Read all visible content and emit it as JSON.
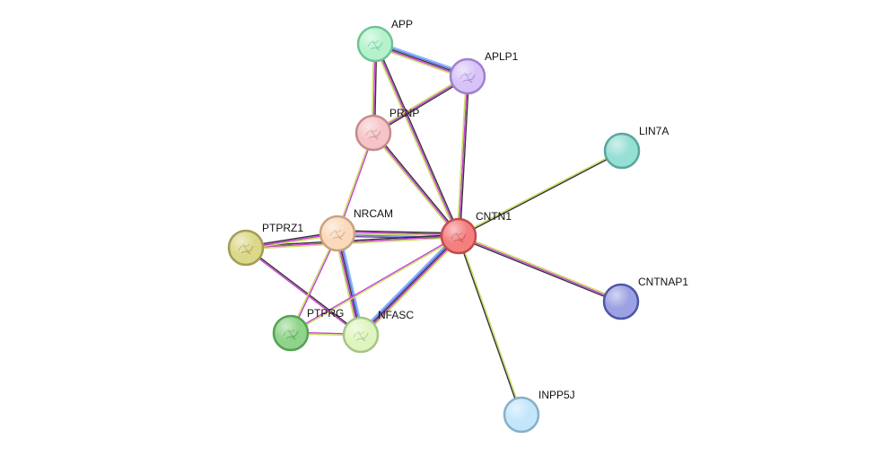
{
  "nodes": [
    {
      "id": "APP",
      "label": "APP",
      "color": "#b5f2cc",
      "stroke": "#6fc493",
      "glyph": "structure"
    },
    {
      "id": "APLP1",
      "label": "APLP1",
      "color": "#d8c3f8",
      "stroke": "#9d82cc",
      "glyph": "structure"
    },
    {
      "id": "PRNP",
      "label": "PRNP",
      "color": "#f6c4c7",
      "stroke": "#c68a8e",
      "glyph": "structure"
    },
    {
      "id": "LIN7A",
      "label": "LIN7A",
      "color": "#95dfd4",
      "stroke": "#5aa69c",
      "glyph": "none"
    },
    {
      "id": "NRCAM",
      "label": "NRCAM",
      "color": "#fad9bd",
      "stroke": "#c9a27f",
      "glyph": "structure"
    },
    {
      "id": "CNTN1",
      "label": "CNTN1",
      "color": "#f47f7f",
      "stroke": "#c44a4a",
      "glyph": "structure"
    },
    {
      "id": "PTPRZ1",
      "label": "PTPRZ1",
      "color": "#dcd88a",
      "stroke": "#a19d55",
      "glyph": "structure"
    },
    {
      "id": "CNTNAP1",
      "label": "CNTNAP1",
      "color": "#9ba1e3",
      "stroke": "#4f56a6",
      "glyph": "none"
    },
    {
      "id": "PTPRG",
      "label": "PTPRG",
      "color": "#8fd48a",
      "stroke": "#55a153",
      "glyph": "structure"
    },
    {
      "id": "NFASC",
      "label": "NFASC",
      "color": "#dff5bf",
      "stroke": "#a6c489",
      "glyph": "structure"
    },
    {
      "id": "INPP5J",
      "label": "INPP5J",
      "color": "#c3e6fb",
      "stroke": "#86afc7",
      "glyph": "none"
    }
  ],
  "edge_colors": {
    "black": "#333333",
    "magenta": "#c93fd4",
    "yellow": "#c6e05a",
    "blue": "#5a78f0",
    "lightblue": "#8ab4f8",
    "purple": "#6b3fa0"
  },
  "edges": [
    {
      "source": "APP",
      "target": "APLP1",
      "types": [
        "lightblue",
        "blue",
        "black",
        "magenta",
        "yellow"
      ]
    },
    {
      "source": "APP",
      "target": "PRNP",
      "types": [
        "black",
        "magenta",
        "yellow"
      ]
    },
    {
      "source": "APP",
      "target": "CNTN1",
      "types": [
        "black",
        "magenta",
        "yellow"
      ]
    },
    {
      "source": "APLP1",
      "target": "PRNP",
      "types": [
        "black",
        "magenta",
        "yellow"
      ]
    },
    {
      "source": "APLP1",
      "target": "CNTN1",
      "types": [
        "black",
        "magenta",
        "yellow"
      ]
    },
    {
      "source": "PRNP",
      "target": "CNTN1",
      "types": [
        "black",
        "magenta",
        "yellow"
      ]
    },
    {
      "source": "PRNP",
      "target": "NRCAM",
      "types": [
        "magenta",
        "yellow"
      ]
    },
    {
      "source": "LIN7A",
      "target": "CNTN1",
      "types": [
        "black",
        "yellow"
      ]
    },
    {
      "source": "NRCAM",
      "target": "CNTN1",
      "types": [
        "black",
        "magenta",
        "yellow",
        "blue",
        "purple"
      ]
    },
    {
      "source": "PTPRZ1",
      "target": "CNTN1",
      "types": [
        "black",
        "magenta",
        "yellow"
      ]
    },
    {
      "source": "PTPRZ1",
      "target": "NRCAM",
      "types": [
        "black",
        "magenta",
        "yellow"
      ]
    },
    {
      "source": "PTPRZ1",
      "target": "NFASC",
      "types": [
        "black",
        "magenta"
      ]
    },
    {
      "source": "NRCAM",
      "target": "PTPRG",
      "types": [
        "magenta",
        "yellow"
      ]
    },
    {
      "source": "NRCAM",
      "target": "NFASC",
      "types": [
        "lightblue",
        "blue",
        "black",
        "magenta",
        "yellow"
      ]
    },
    {
      "source": "PTPRG",
      "target": "NFASC",
      "types": [
        "magenta",
        "yellow"
      ]
    },
    {
      "source": "PTPRG",
      "target": "CNTN1",
      "types": [
        "magenta",
        "yellow"
      ]
    },
    {
      "source": "NFASC",
      "target": "CNTN1",
      "types": [
        "lightblue",
        "blue",
        "black",
        "magenta",
        "yellow"
      ]
    },
    {
      "source": "CNTNAP1",
      "target": "CNTN1",
      "types": [
        "black",
        "magenta",
        "yellow"
      ]
    },
    {
      "source": "INPP5J",
      "target": "CNTN1",
      "types": [
        "black",
        "yellow"
      ]
    }
  ]
}
